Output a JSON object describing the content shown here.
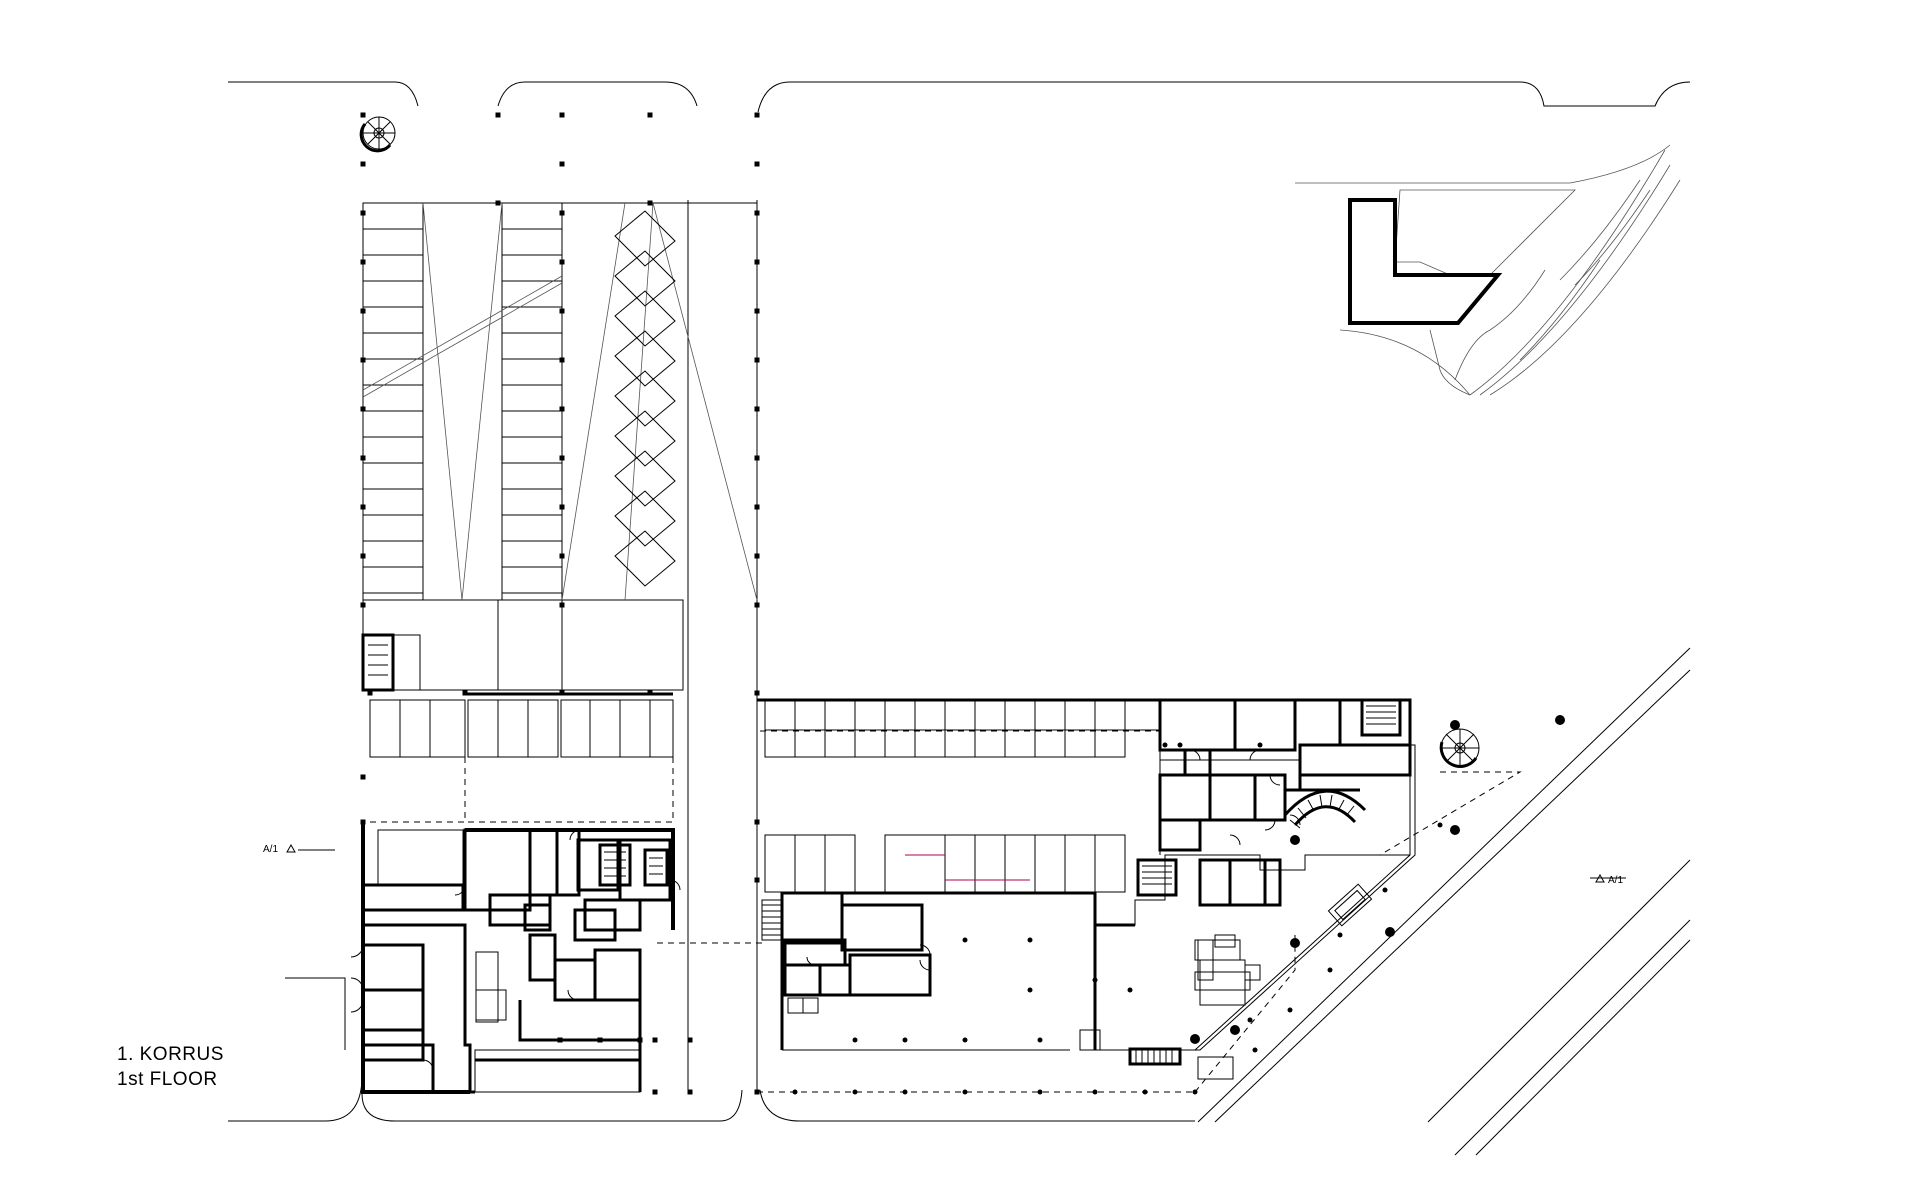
{
  "drawing": {
    "floor_label_et": "1. KORRUS",
    "floor_label_en": "1st FLOOR",
    "section_marker_left": "A/1",
    "section_marker_right": "A/1"
  },
  "colors": {
    "line": "#000000",
    "background": "#ffffff",
    "accent_red": "#b0005a"
  }
}
